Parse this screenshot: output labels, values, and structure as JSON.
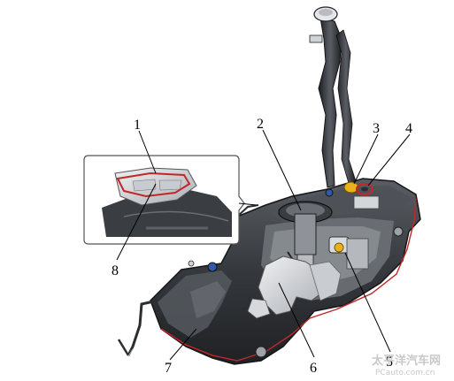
{
  "callouts": [
    {
      "id": "1",
      "label": "1"
    },
    {
      "id": "2",
      "label": "2"
    },
    {
      "id": "3",
      "label": "3"
    },
    {
      "id": "4",
      "label": "4"
    },
    {
      "id": "5",
      "label": "5"
    },
    {
      "id": "6",
      "label": "6"
    },
    {
      "id": "7",
      "label": "7"
    },
    {
      "id": "8",
      "label": "8"
    }
  ],
  "watermark": {
    "line1": "太平洋汽车网",
    "line2": "PCauto.com.cn"
  },
  "colors": {
    "tank_dark": "#2b2d30",
    "tank_mid": "#4a4d52",
    "tank_light": "#8a8e94",
    "part_light": "#d7d9dc",
    "seam_red": "#c0282a",
    "cap_yellow": "#e8b21a",
    "inset_border": "#555555"
  }
}
